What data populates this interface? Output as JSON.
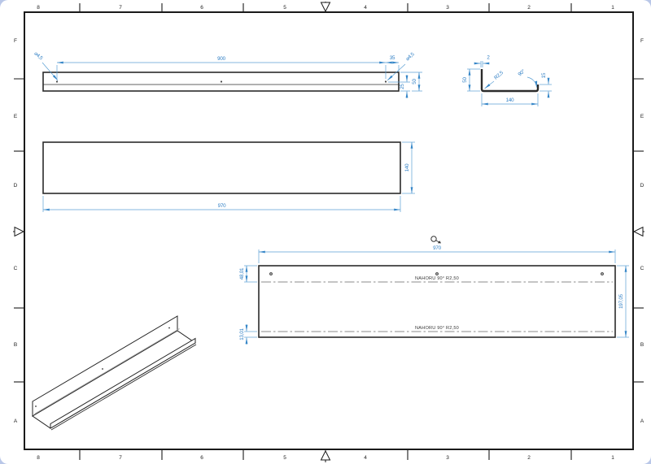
{
  "colors": {
    "dimension": "#3787c8",
    "edge": "#2b2b2b",
    "paper": "#ffffff",
    "desktop": "#b9c7e8"
  },
  "border": {
    "top_numbers": [
      "8",
      "7",
      "6",
      "5",
      "4",
      "3",
      "2",
      "1"
    ],
    "bottom_numbers": [
      "8",
      "7",
      "6",
      "5",
      "4",
      "3",
      "2",
      "1"
    ],
    "left_letters": [
      "F",
      "E",
      "D",
      "C",
      "B",
      "A"
    ],
    "right_letters": [
      "F",
      "E",
      "D",
      "C",
      "B",
      "A"
    ]
  },
  "front_view": {
    "length": "900",
    "edge_offset": "35",
    "hole_dia_left": "⌀4,5",
    "hole_dia_right": "⌀4,5",
    "hole_height": "25",
    "height": "50"
  },
  "section_view": {
    "thickness": "2",
    "flange_height": "50",
    "bend_radius": "R2,5",
    "bend_angle": "90°",
    "lip_height": "15",
    "width": "140"
  },
  "plan_view": {
    "depth": "140",
    "length": "970"
  },
  "flat_view": {
    "length": "970",
    "flat_width": "197,05",
    "top_bend_offset": "48,01",
    "bottom_bend_offset": "13,01",
    "bend_note_top": "NAHORU 90° R2,50",
    "bend_note_bottom": "NAHORU 90° R2,50"
  }
}
